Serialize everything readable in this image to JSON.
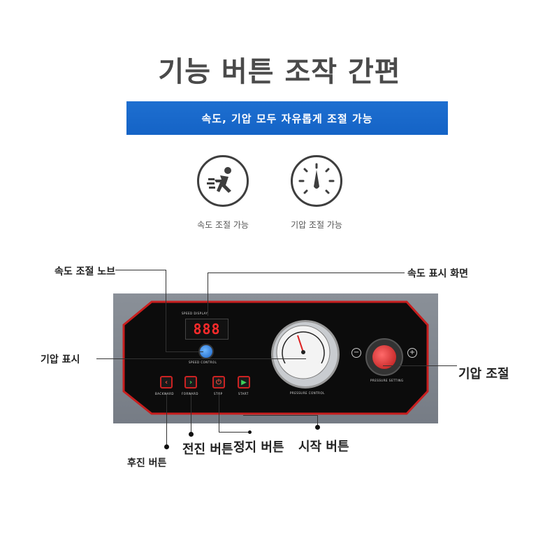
{
  "title": "기능 버튼 조작 간편",
  "banner": "속도, 기압 모두 자유롭게 조절 가능",
  "features": [
    {
      "icon": "running-person-icon",
      "label": "속도 조절 가능"
    },
    {
      "icon": "gauge-icon",
      "label": "기압 조절 가능"
    }
  ],
  "callouts": {
    "speed_knob": "속도 조절 노브",
    "speed_display": "속도 표시 화면",
    "pressure_display": "기압 표시",
    "pressure_adjust": "기압 조절",
    "backward_button": "후진 버튼",
    "forward_button": "전진 버튼",
    "stop_button": "정지 버튼",
    "start_button": "시작 버튼"
  },
  "panel": {
    "display_value": "888",
    "speed_display_label": "SPEED DISPLAY",
    "speed_control_label": "SPEED CONTROL",
    "pressure_control_label": "PRESSURE CONTROL",
    "pressure_setting_label": "PRESSURE SETTING",
    "buttons": [
      {
        "label": "BACKWARD",
        "glyph": "‹",
        "color": "#e74c3c"
      },
      {
        "label": "FORWARD",
        "glyph": "›",
        "color": "#3ccf5a"
      },
      {
        "label": "STOP",
        "glyph": "⏻",
        "color": "#e74c3c"
      },
      {
        "label": "START",
        "glyph": "▶",
        "color": "#3ccf5a"
      }
    ]
  }
}
